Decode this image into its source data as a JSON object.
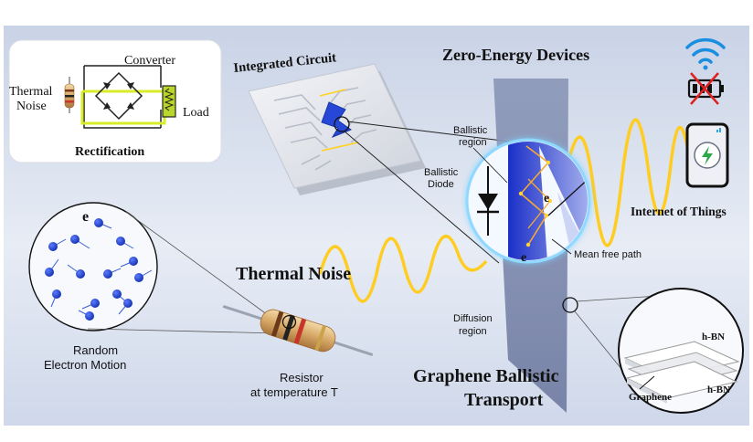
{
  "rectification": {
    "thermal_line1": "Thermal",
    "thermal_line2": "Noise",
    "converter": "Converter",
    "load": "Load",
    "caption": "Rectification"
  },
  "labels": {
    "integrated_circuit": "Integrated Circuit",
    "zero_energy_devices": "Zero-Energy Devices",
    "ballistic_region_line1": "Ballistic",
    "ballistic_region_line2": "region",
    "ballistic_diode_line1": "Ballistic",
    "ballistic_diode_line2": "Diode",
    "electron_symbol": "e",
    "mean_free_path": "Mean free path",
    "diffusion_region_line1": "Diffusion",
    "diffusion_region_line2": "region",
    "thermal_noise": "Thermal Noise",
    "random_motion_line1": "Random",
    "random_motion_line2": "Electron Motion",
    "resistor_line1": "Resistor",
    "resistor_line2": "at temperature T",
    "graphene_transport_line1": "Graphene Ballistic",
    "graphene_transport_line2": "Transport",
    "internet_of_things": "Internet of Things",
    "hbn_top": "h-BN",
    "hbn_bottom": "h-BN",
    "graphene": "Graphene"
  },
  "colors": {
    "wave": "#ffcc22",
    "electron": "#1f3fbf",
    "wifi": "#1a8fe0",
    "cross": "#e02020",
    "glow": "#7fd4ff"
  },
  "icons": [
    "wifi-icon",
    "battery-icon",
    "smartphone-icon",
    "diode-icon",
    "resistor-icon"
  ]
}
